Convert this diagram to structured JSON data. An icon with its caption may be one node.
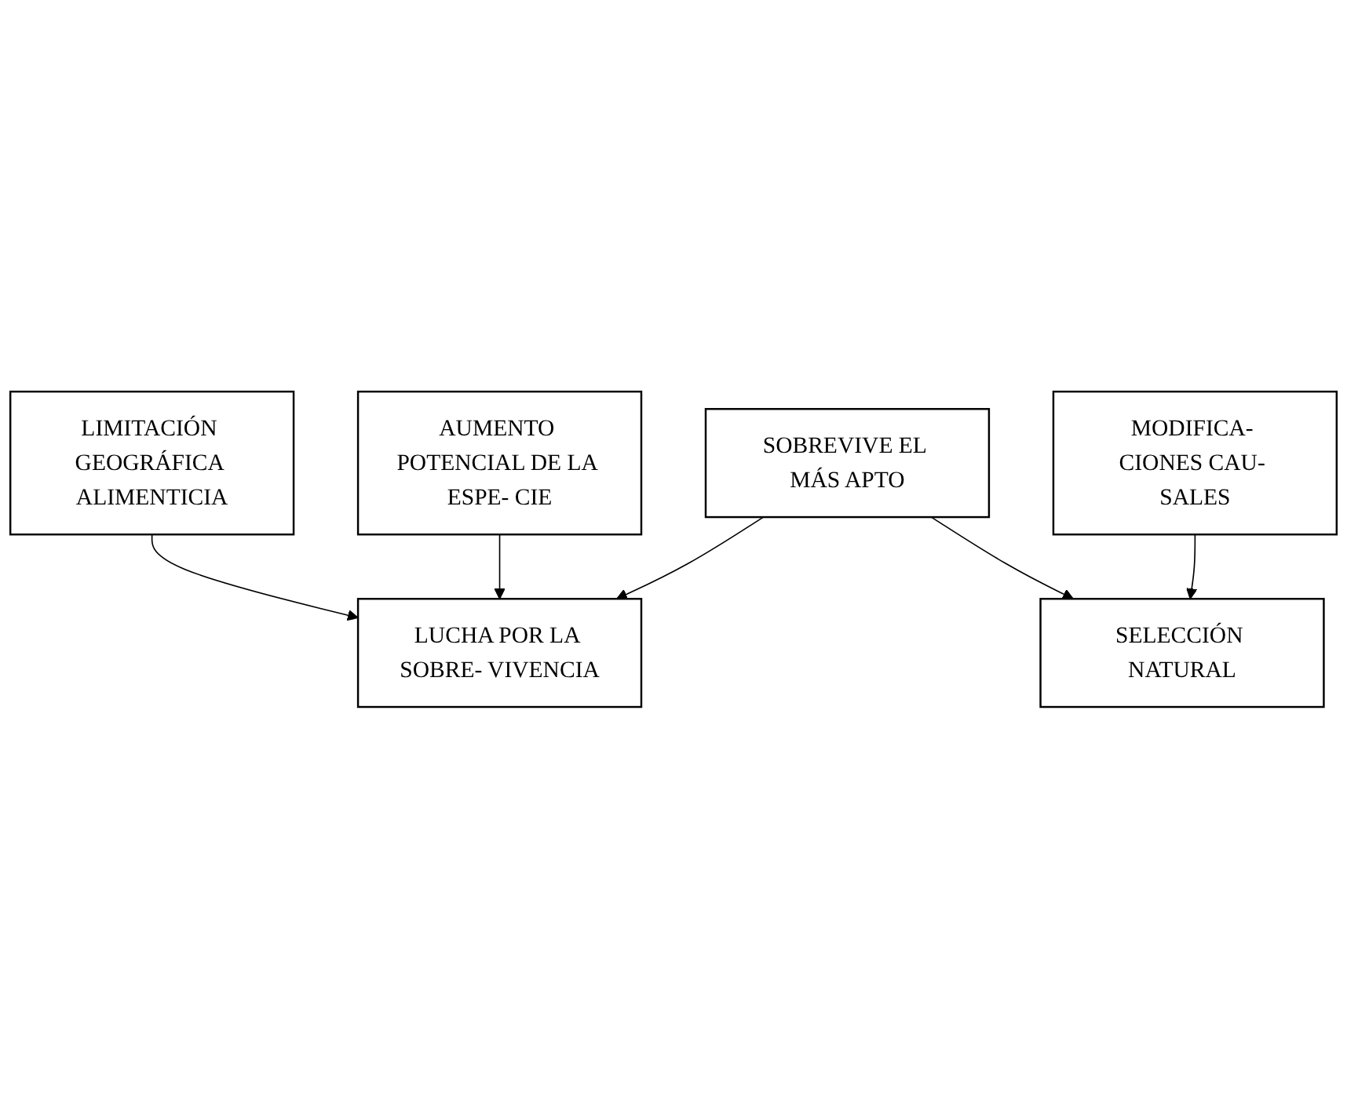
{
  "diagram": {
    "nodes": [
      {
        "text": [
          "LIMITACIÓN GEOGRÁFICA ALIMENTICIA"
        ]
      },
      {
        "text": [
          "AUMENTO POTENCIAL DE LA ESPE- CIE"
        ]
      },
      {
        "text": [
          "LUCHA POR LA SOBRE- VIVENCIA"
        ]
      },
      {
        "text": [
          "SOBREVIVE EL MÁS APTO"
        ]
      },
      {
        "text": [
          "MODIFICA- CIONES CAU- SALES"
        ]
      },
      {
        "text": [
          "SELECCIÓN NATURAL"
        ]
      }
    ],
    "edges": [
      {
        "from": 0,
        "to": 2,
        "arrow": "to"
      },
      {
        "from": 1,
        "to": 2,
        "arrow": "to"
      },
      {
        "from": 3,
        "to": 2,
        "arrow": "to"
      },
      {
        "from": 3,
        "to": 5,
        "arrow": "to"
      },
      {
        "from": 4,
        "to": 5,
        "arrow": "to"
      }
    ]
  }
}
